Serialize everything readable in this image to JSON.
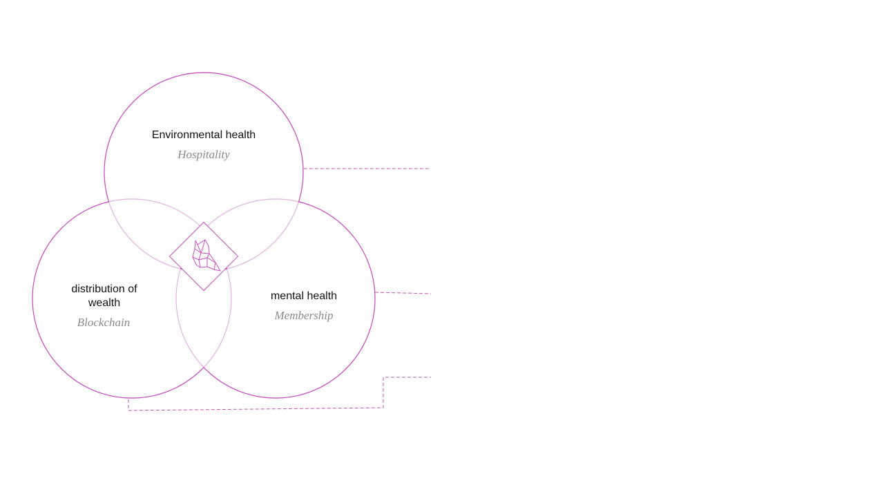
{
  "diagram": {
    "colors": {
      "circle_stroke": "#c74fbf",
      "inner_arc": "#e3b2df",
      "connector": "#c74fbf",
      "emblem": "#c74fbf"
    },
    "emblem_icon": "wolf-head-icon",
    "circles": [
      {
        "id": "top",
        "title": "Environmental health",
        "subtitle": "Hospitality"
      },
      {
        "id": "left",
        "title": "distribution of wealth",
        "subtitle": "Blockchain"
      },
      {
        "id": "right",
        "title": "mental health",
        "subtitle": "Membership"
      }
    ]
  }
}
